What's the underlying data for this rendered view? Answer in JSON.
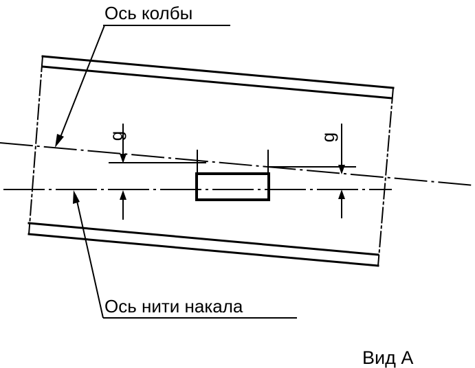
{
  "labels": {
    "bulb_axis": "Ось колбы",
    "filament_axis": "Ось нити накала",
    "view": "Вид А",
    "dim_left": "g",
    "dim_right": "g"
  },
  "colors": {
    "ink": "#000000",
    "paper": "#ffffff"
  }
}
